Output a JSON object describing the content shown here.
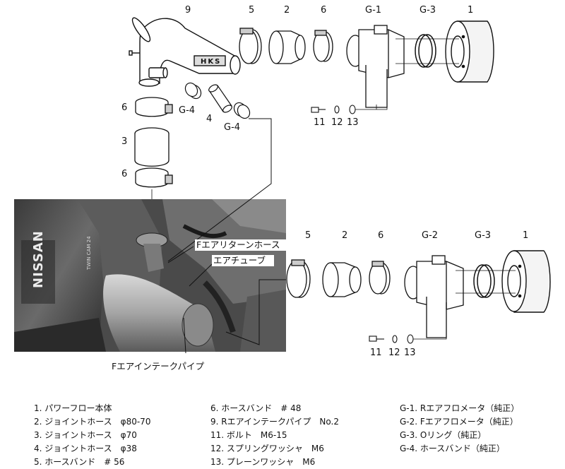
{
  "parts_top": {
    "n9": "9",
    "n5": "5",
    "n2": "2",
    "n6": "6",
    "g1": "G-1",
    "g3": "G-3",
    "n1": "1",
    "n6_left_a": "6",
    "n3_left": "3",
    "n6_left_b": "6",
    "g4_a": "G-4",
    "n4": "4",
    "g4_b": "G-4",
    "n11": "11",
    "n12": "12",
    "n13": "13"
  },
  "parts_bottom": {
    "n5": "5",
    "n2": "2",
    "n6": "6",
    "g2": "G-2",
    "g3": "G-3",
    "n1": "1",
    "n11": "11",
    "n12": "12",
    "n13": "13"
  },
  "hks_logo": "HKS",
  "photo": {
    "nissan_text": "NISSAN",
    "twin_cam_text": "TWIN CAM 24"
  },
  "callouts": {
    "return_hose": "Fエアリターンホース",
    "air_tube": "エアチューブ",
    "intake_pipe": "Fエアインテークパイプ"
  },
  "legend": {
    "col1": [
      "1. パワーフロー本体",
      "2. ジョイントホース　φ80-70",
      "3. ジョイントホース　φ70",
      "4. ジョイントホース　φ38",
      "5. ホースバンド　# 56"
    ],
    "col2": [
      "6. ホースバンド　# 48",
      "9. Rエアインテークパイプ　No.2",
      "11. ボルト　M6-15",
      "12. スプリングワッシャ　M6",
      "13. プレーンワッシャ　M6"
    ],
    "col3": [
      "G-1. Rエアフロメータ（純正）",
      "G-2. Fエアフロメータ（純正）",
      "G-3. Oリング（純正）",
      "G-4. ホースバンド（純正）"
    ]
  }
}
